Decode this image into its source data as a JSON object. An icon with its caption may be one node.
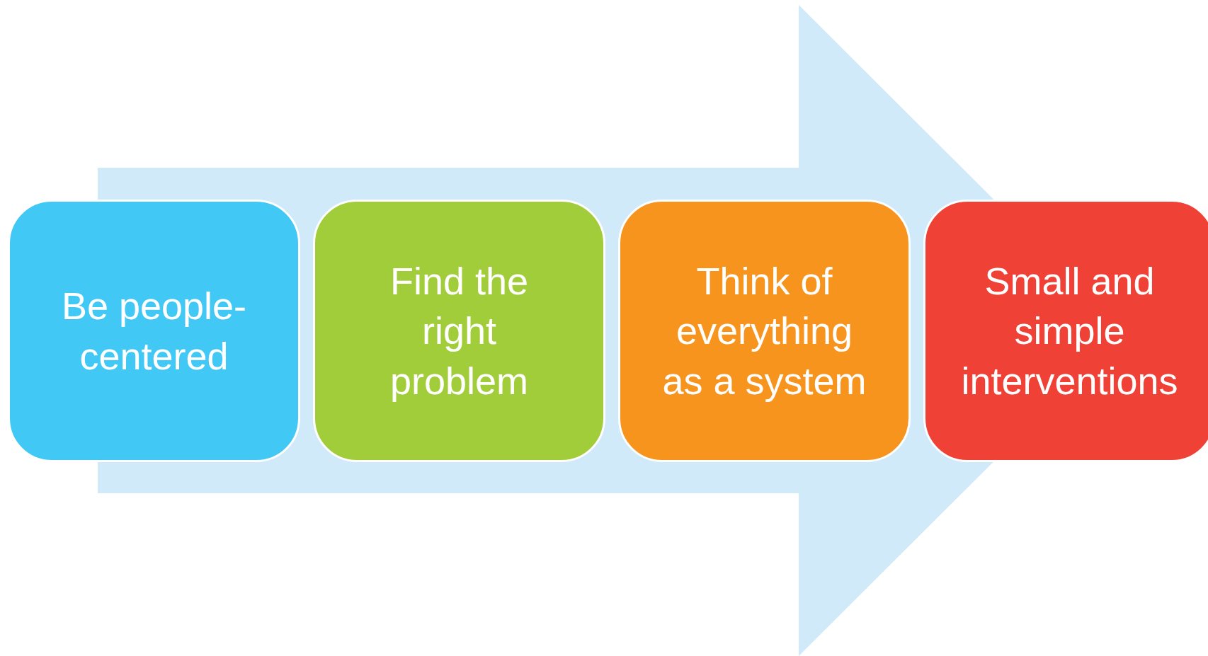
{
  "diagram": {
    "nodes": [
      {
        "text": [
          "Be people-centered"
        ]
      },
      {
        "text": [
          "Find the right problem"
        ]
      },
      {
        "text": [
          "Think of everything as a system"
        ]
      },
      {
        "text": [
          "Small and simple interventions"
        ]
      }
    ],
    "edges": [
      {
        "from": 0,
        "to": 3,
        "arrow": "to"
      }
    ]
  }
}
